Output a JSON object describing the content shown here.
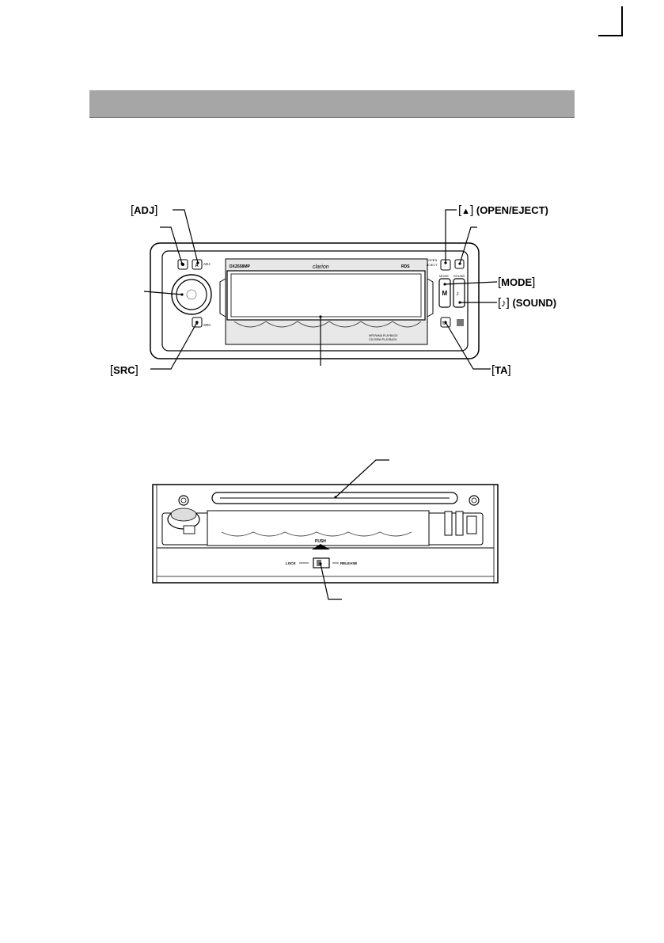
{
  "callouts": {
    "adj": "ADJ",
    "open_eject": "(OPEN/EJECT)",
    "mode": "MODE",
    "sound": "(SOUND)",
    "src": "SRC",
    "ta": "TA"
  },
  "icons": {
    "eject": "▲",
    "note": "♪"
  },
  "unit": {
    "brand": "clarion",
    "model": "DXZ658MP",
    "rds": "RDS",
    "key_a": "A",
    "key_s": "S",
    "key_m": "M",
    "key_ta": "TA",
    "label_adj": "ADJ",
    "label_src": "SRC",
    "label_open_eject_1": "OPEN",
    "label_open_eject_2": "/EJECT",
    "label_mode": "MODE",
    "label_sound": "SOUND",
    "feature_1": "MP3/WMA PLAYBACK",
    "feature_2": "CD-R/RW PLAYBACK"
  },
  "inner": {
    "push": "PUSH",
    "lock": "LOCK",
    "release": "RELEASE"
  }
}
